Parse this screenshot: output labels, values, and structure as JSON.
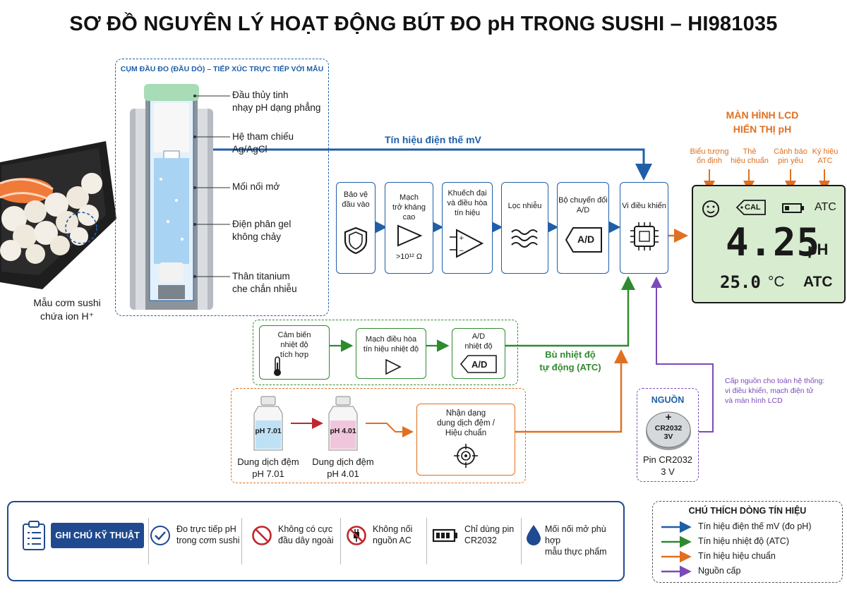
{
  "title": "SƠ ĐỒ NGUYÊN LÝ HOẠT ĐỘNG BÚT ĐO pH TRONG SUSHI – HI981035",
  "sample": {
    "line1": "Mẫu cơm sushi",
    "line2": "chứa ion H⁺"
  },
  "probe": {
    "header": "CỤM ĐẦU ĐO (ĐẦU DÒ) – TIẾP XÚC TRỰC TIẾP VỚI MẪU",
    "parts": [
      {
        "l1": "Đầu thủy tinh",
        "l2": "nhạy pH dạng phẳng"
      },
      {
        "l1": "Hệ tham chiếu",
        "l2": "Ag/AgCl"
      },
      {
        "l1": "Mối nối mở",
        "l2": ""
      },
      {
        "l1": "Điện phân gel",
        "l2": "không chảy"
      },
      {
        "l1": "Thân titanium",
        "l2": "che chắn nhiễu"
      }
    ]
  },
  "signal_mv_label": "Tín hiệu điện thế mV",
  "chain": [
    {
      "l1": "Bảo vệ",
      "l2": "đầu vào",
      "l3": "",
      "icon": "shield-icon"
    },
    {
      "l1": "Mạch",
      "l2": "trở kháng cao",
      "l3": "",
      "icon": "amplifier-icon",
      "extra": ">10¹² Ω"
    },
    {
      "l1": "Khuếch đại",
      "l2": "và điều hòa",
      "l3": "tín hiệu",
      "icon": "op-amp-icon"
    },
    {
      "l1": "Lọc nhiễu",
      "l2": "",
      "l3": "",
      "icon": "filter-wave-icon"
    },
    {
      "l1": "Bộ chuyển đổi",
      "l2": "A/D",
      "l3": "",
      "icon": "ad-converter-icon",
      "icon_text": "A/D"
    },
    {
      "l1": "Vi điều khiển",
      "l2": "",
      "l3": "",
      "icon": "chip-icon"
    }
  ],
  "lcd": {
    "heading1": "MÀN HÌNH LCD",
    "heading2": "HIỂN THỊ pH",
    "callouts": [
      {
        "l1": "Biểu tượng",
        "l2": "ổn định"
      },
      {
        "l1": "Thẻ",
        "l2": "hiệu chuẩn"
      },
      {
        "l1": "Cảnh báo",
        "l2": "pin yếu"
      },
      {
        "l1": "Ký hiệu",
        "l2": "ATC"
      }
    ],
    "cal": "CAL",
    "atc_top": "ATC",
    "value": "4.25",
    "unit": "pH",
    "temp": "25.0",
    "temp_unit": "°C",
    "atc_bottom": "ATC"
  },
  "temp_chain": {
    "blocks": [
      {
        "l1": "Cảm biến",
        "l2": "nhiệt độ",
        "l3": "tích hợp",
        "icon": "thermometer-icon"
      },
      {
        "l1": "Mạch điều hòa",
        "l2": "tín hiệu nhiệt độ",
        "l3": "",
        "icon": "amplifier-icon"
      },
      {
        "l1": "A/D",
        "l2": "nhiệt độ",
        "l3": "",
        "icon": "ad-converter-icon",
        "icon_text": "A/D"
      }
    ],
    "atc_label1": "Bù nhiệt độ",
    "atc_label2": "tự động (ATC)"
  },
  "calibration": {
    "bottle1": {
      "label": "pH 7.01",
      "cap1": "Dung dịch đệm",
      "cap2": "pH 7.01",
      "color": "#bfe1f5"
    },
    "bottle2": {
      "label": "pH 4.01",
      "cap1": "Dung dịch đệm",
      "cap2": "pH 4.01",
      "color": "#f0c6dd"
    },
    "block": {
      "l1": "Nhận dạng",
      "l2": "dung dịch đệm /",
      "l3": "Hiệu chuẩn",
      "icon": "target-icon"
    }
  },
  "power": {
    "header": "NGUỒN",
    "battery_plus": "+",
    "battery_model": "CR2032",
    "battery_volt": "3V",
    "cap1": "Pin CR2032",
    "cap2": "3 V",
    "note1": "Cấp nguồn cho toàn hệ thống:",
    "note2": "vi điều khiển, mạch điện tử",
    "note3": "và màn hình LCD"
  },
  "notes": {
    "header": "GHI CHÚ KỸ THUẬT",
    "items": [
      {
        "l1": "Đo trực tiếp pH",
        "l2": "trong cơm sushi",
        "icon": "check-circle-icon"
      },
      {
        "l1": "Không có cực",
        "l2": "đầu dây ngoài",
        "icon": "no-symbol-icon"
      },
      {
        "l1": "Không nối",
        "l2": "nguồn AC",
        "icon": "no-plug-icon"
      },
      {
        "l1": "Chỉ dùng pin",
        "l2": "CR2032",
        "icon": "battery-icon"
      },
      {
        "l1": "Mối nối mở phù hợp",
        "l2": "mẫu thực phẩm",
        "icon": "drop-icon"
      }
    ]
  },
  "legend": {
    "header": "CHÚ THÍCH DÒNG TÍN HIỆU",
    "items": [
      {
        "label": "Tín hiệu điện thế mV (đo pH)",
        "color": "#1f5fa8"
      },
      {
        "label": "Tín hiệu nhiệt độ (ATC)",
        "color": "#2f8a2f"
      },
      {
        "label": "Tín hiệu hiệu chuẩn",
        "color": "#e07020"
      },
      {
        "label": "Nguồn cấp",
        "color": "#7a4bb8"
      }
    ]
  }
}
